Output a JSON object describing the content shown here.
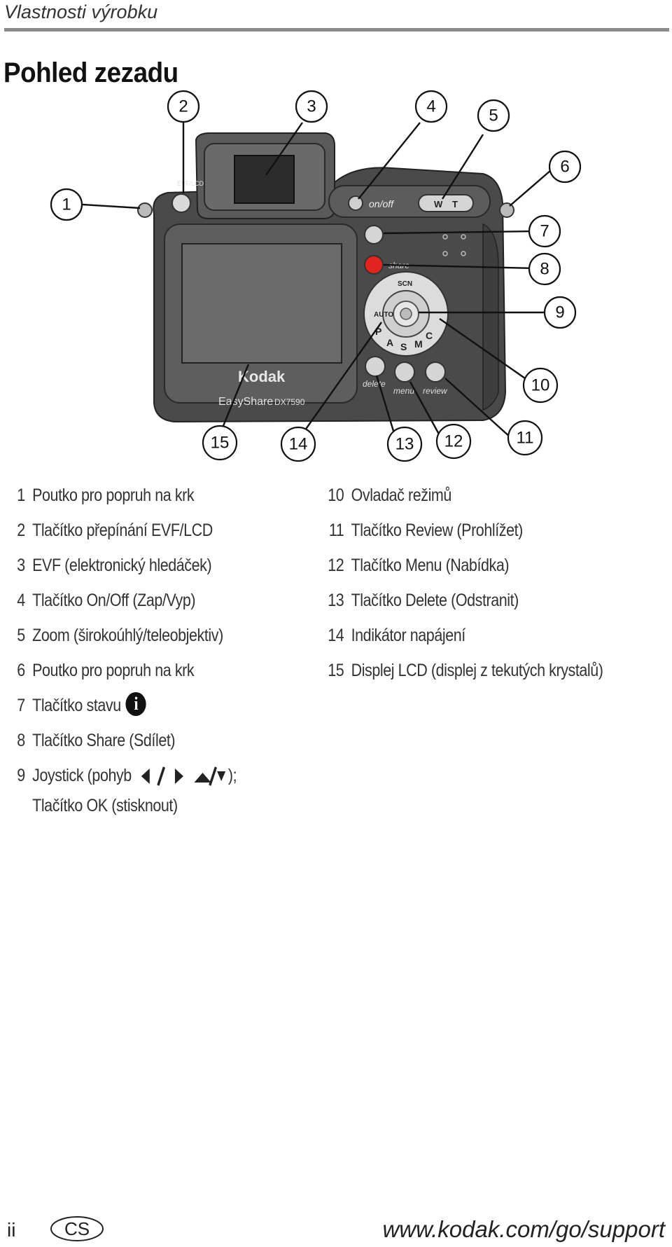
{
  "header": {
    "section": "Vlastnosti výrobku"
  },
  "title": "Pohled zezadu",
  "camera": {
    "brand": "Kodak",
    "model_line": "EasyShare",
    "model": "DX7590",
    "labels": {
      "evf_lcd": "EVF/LCD",
      "on_off": "on/off",
      "share": "share",
      "delete": "delete",
      "menu": "menu",
      "review": "review",
      "zoom_w": "W",
      "zoom_t": "T"
    },
    "dial_labels": [
      "AUTO",
      "P",
      "A",
      "S",
      "M",
      "C",
      "SCN"
    ]
  },
  "callouts": [
    "1",
    "2",
    "3",
    "4",
    "5",
    "6",
    "7",
    "8",
    "9",
    "10",
    "11",
    "12",
    "13",
    "14",
    "15"
  ],
  "legend": {
    "left": [
      {
        "n": "1",
        "text": "Poutko pro popruh na krk"
      },
      {
        "n": "2",
        "text": "Tlačítko přepínání EVF/LCD"
      },
      {
        "n": "3",
        "text": "EVF (elektronický hledáček)"
      },
      {
        "n": "4",
        "text": "Tlačítko On/Off (Zap/Vyp)"
      },
      {
        "n": "5",
        "text": "Zoom (širokoúhlý/teleobjektiv)"
      },
      {
        "n": "6",
        "text": "Poutko pro popruh na krk"
      },
      {
        "n": "7",
        "text": "Tlačítko stavu"
      },
      {
        "n": "8",
        "text": "Tlačítko Share (Sdílet)"
      },
      {
        "n": "9",
        "text": "Joystick (pohyb",
        "suffix": ");",
        "line2": "Tlačítko OK (stisknout)"
      }
    ],
    "right": [
      {
        "n": "10",
        "text": "Ovladač režimů"
      },
      {
        "n": "11",
        "text": "Tlačítko Review (Prohlížet)"
      },
      {
        "n": "12",
        "text": "Tlačítko Menu (Nabídka)"
      },
      {
        "n": "13",
        "text": "Tlačítko Delete (Odstranit)"
      },
      {
        "n": "14",
        "text": "Indikátor napájení"
      },
      {
        "n": "15",
        "text": "Displej LCD (displej z tekutých krystalů)"
      }
    ]
  },
  "footer": {
    "page": "ii",
    "lang": "CS",
    "url": "www.kodak.com/go/support"
  },
  "colors": {
    "body": "#4a4a4a",
    "body_light": "#6e6e6e",
    "screen": "#5c5c5c",
    "share_red": "#e0241f",
    "rule": "#8c8c8c"
  }
}
